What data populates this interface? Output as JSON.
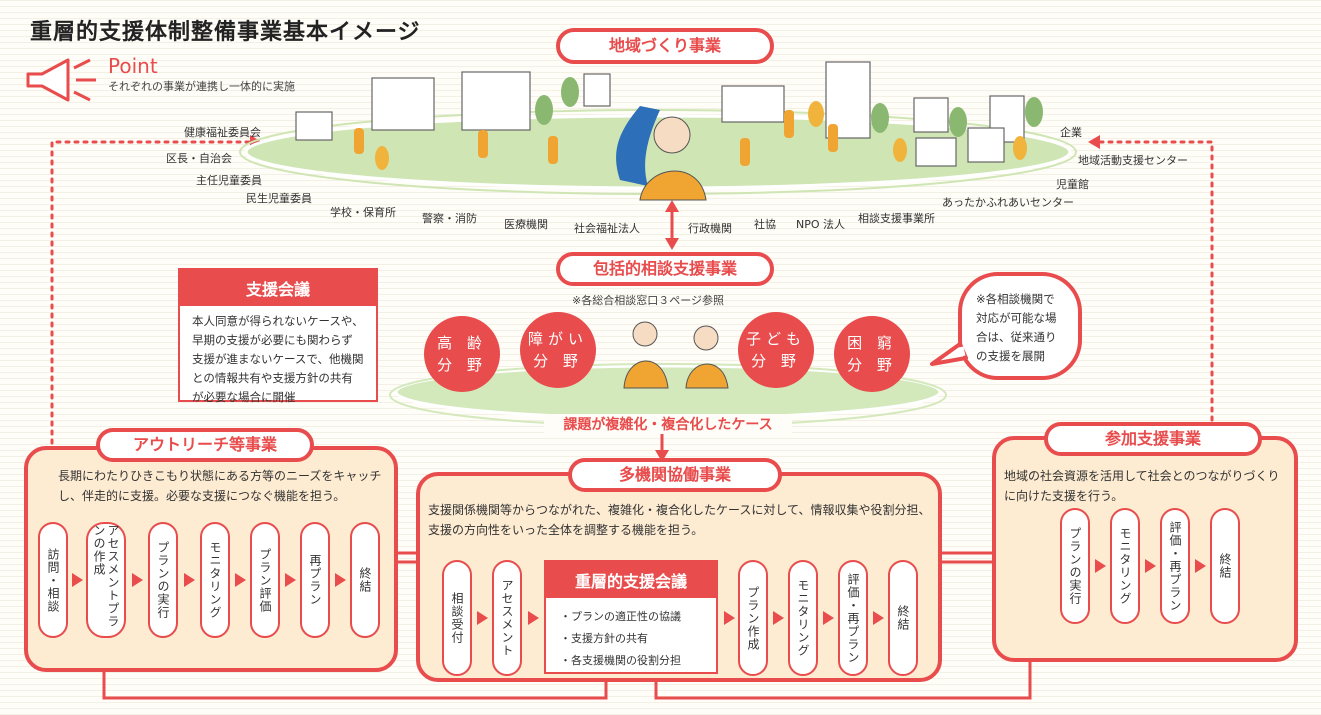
{
  "title": "重層的支援体制整備事業基本イメージ",
  "point": {
    "label": "Point",
    "subtitle": "それぞれの事業が連携し一体的に実施"
  },
  "community": {
    "header": "地域づくり事業",
    "left_orgs": [
      "健康福祉委員会",
      "区長・自治会",
      "主任児童委員",
      "民生児童委員"
    ],
    "bottom_orgs": [
      "学校・保育所",
      "警察・消防",
      "医療機関",
      "社会福祉法人",
      "行政機関",
      "社協",
      "NPO 法人",
      "相談支援事業所"
    ],
    "right_orgs": [
      "企業",
      "地域活動支援センター",
      "児童館",
      "あったかふれあいセンター"
    ]
  },
  "comprehensive": {
    "header": "包括的相談支援事業",
    "note": "※各総合相談窓口３ページ参照",
    "fields": [
      {
        "line1": "高 齢",
        "line2": "分 野"
      },
      {
        "line1": "障がい",
        "line2": "分 野"
      },
      {
        "line1": "子ども",
        "line2": "分 野"
      },
      {
        "line1": "困 窮",
        "line2": "分 野"
      }
    ],
    "case_label": "課題が複雑化・複合化したケース"
  },
  "support_meeting": {
    "header": "支援会議",
    "body": "本人同意が得られないケースや、早期の支援が必要にも関わらず支援が進まないケースで、他機関との情報共有や支援方針の共有が必要な場合に開催"
  },
  "bubble_note": "※各相談機関で対応が可能な場合は、従来通りの支援を展開",
  "outreach": {
    "header": "アウトリーチ等事業",
    "description": "長期にわたりひきこもり状態にある方等のニーズをキャッチし、伴走的に支援。必要な支援につなぐ機能を担う。",
    "steps": [
      "訪問・相談",
      "アセスメントプランの作成",
      "プランの実行",
      "モニタリング",
      "プラン評価",
      "再プラン",
      "終結"
    ]
  },
  "multi_agency": {
    "header": "多機関協働事業",
    "description": "支援関係機関等からつながれた、複雑化・複合化したケースに対して、情報収集や役割分担、支援の方向性をいった全体を調整する機能を担う。",
    "steps_before": [
      "相談受付",
      "アセスメント"
    ],
    "steps_after": [
      "プラン作成",
      "モニタリング",
      "評価・再プラン",
      "終結"
    ],
    "jusou": {
      "header": "重層的支援会議",
      "items": [
        "・プランの適正性の協議",
        "・支援方針の共有",
        "・各支援機関の役割分担"
      ]
    }
  },
  "participation": {
    "header": "参加支援事業",
    "description": "地域の社会資源を活用して社会とのつながりづくりに向けた支援を行う。",
    "steps": [
      "プランの実行",
      "モニタリング",
      "評価・再プラン",
      "終結"
    ]
  },
  "colors": {
    "accent": "#e84c4c",
    "panel": "#fdebd2",
    "ground": "#cfe6b4"
  }
}
